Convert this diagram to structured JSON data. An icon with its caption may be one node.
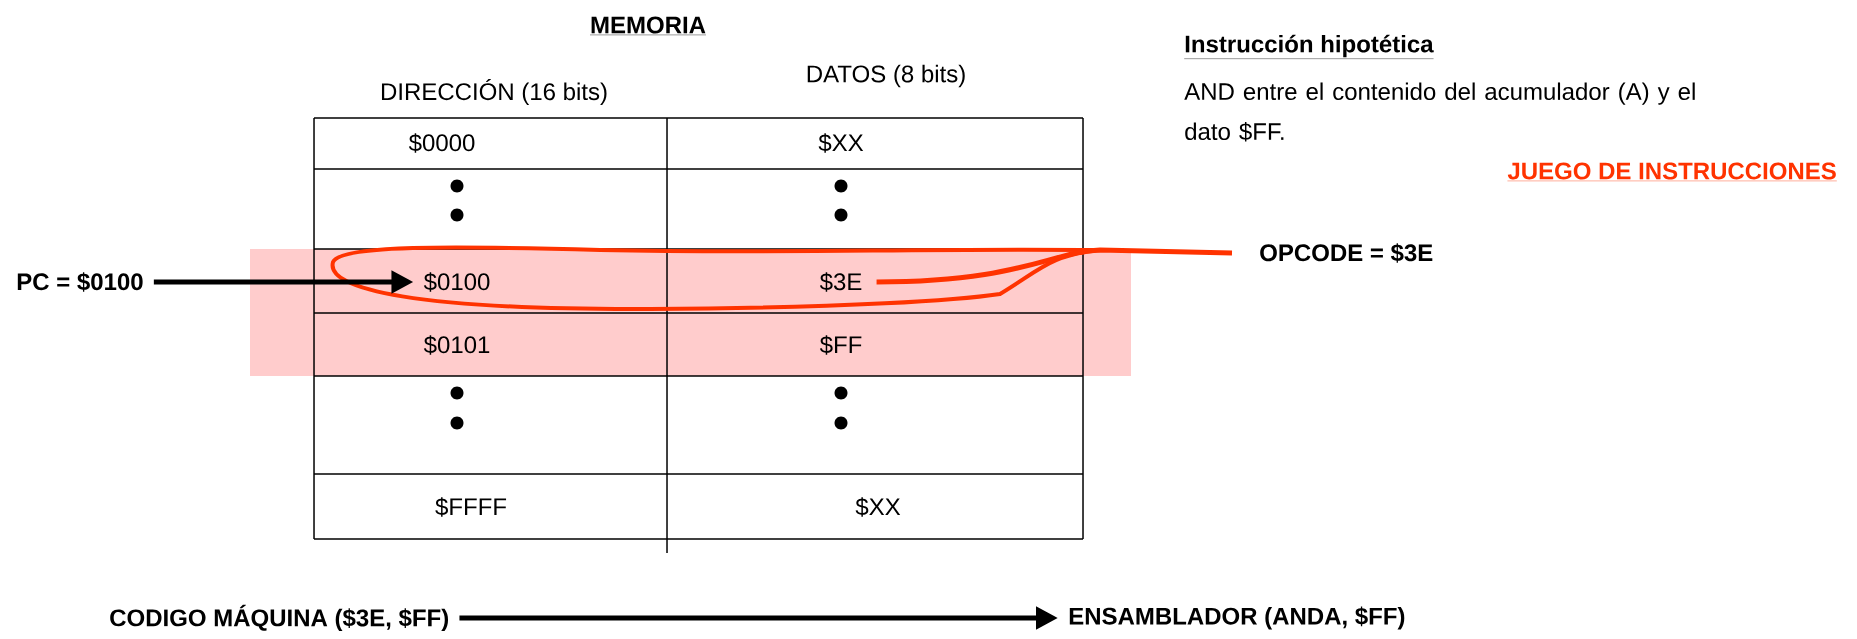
{
  "diagram": {
    "nodes": [
      {
        "text": [
          "PC = $0100"
        ]
      },
      {
        "text": [
          "$0100"
        ]
      },
      {
        "text": [
          "$3E"
        ]
      },
      {
        "text": [
          "OPCODE = $3E"
        ]
      },
      {
        "text": [
          "CODIGO MÁQUINA ($3E, $FF)"
        ]
      },
      {
        "text": [
          "ENSAMBLADOR (ANDA, $FF)"
        ]
      }
    ],
    "edges": [
      {
        "from": 0,
        "to": 1,
        "arrow": "to"
      },
      {
        "from": 2,
        "to": 3,
        "arrow": "none",
        "color": "#ff3300"
      },
      {
        "from": 4,
        "to": 5,
        "arrow": "to"
      }
    ],
    "labels": [
      "MEMORIA",
      "DIRECCIÓN (16 bits)",
      "DATOS (8 bits)",
      "Instrucción hipotética",
      "AND entre el contenido del acumulador (A) y el dato $FF.",
      "$0000",
      "$XX",
      "JUEGO DE INSTRUCCIONES",
      "$0101",
      "$FF",
      "$FFFF",
      "$XX"
    ]
  }
}
